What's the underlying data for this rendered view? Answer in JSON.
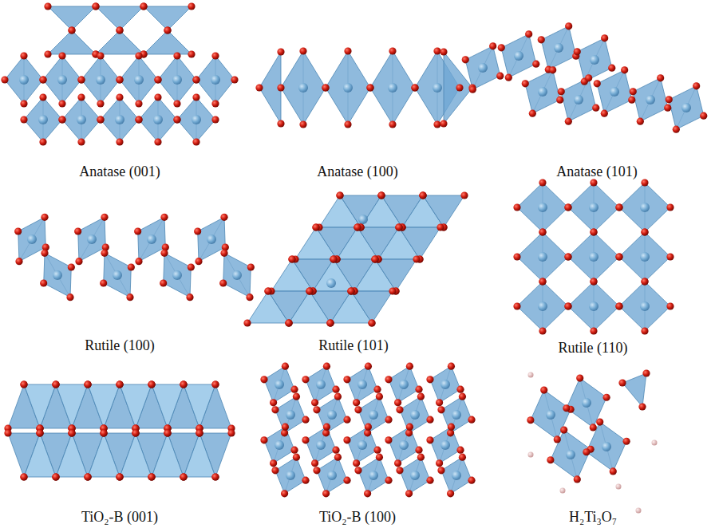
{
  "diagram": {
    "labels": [
      "Anatase (001)",
      "Anatase (100)",
      "Anatase (101)",
      "Rutile (100)",
      "Rutile (101)",
      "Rutile (110)",
      "TiO₂-B (001)",
      "TiO₂-B (100)",
      "H₂Ti₃O₇"
    ]
  }
}
